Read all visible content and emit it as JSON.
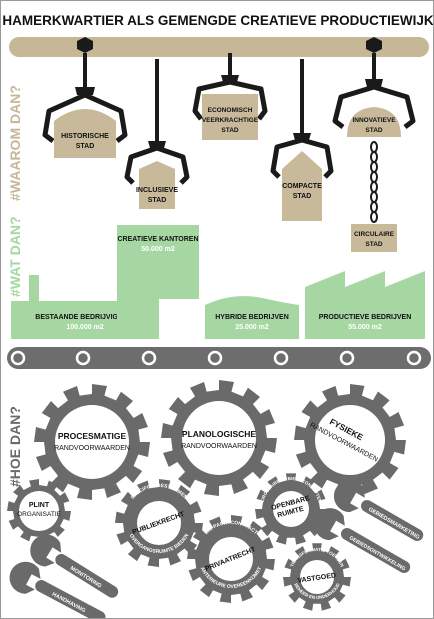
{
  "title": "HAMERKWARTIER ALS GEMENGDE CREATIEVE PRODUCTIEWIJK",
  "side_labels": {
    "waarom": "#WAAROM DAN?",
    "wat": "#WAT DAN?",
    "hoe": "#HOE DAN?"
  },
  "cranes": [
    {
      "name": "historische",
      "line1": "HISTORISCHE",
      "line2": "STAD"
    },
    {
      "name": "inclusieve",
      "line1": "INCLUSIEVE",
      "line2": "STAD"
    },
    {
      "name": "economisch",
      "line1": "ECONOMISCH",
      "line2": "VEERKRACHTIGE",
      "line3": "STAD"
    },
    {
      "name": "compacte",
      "line1": "COMPACTE",
      "line2": "STAD"
    },
    {
      "name": "innovatieve",
      "line1": "INNOVATIEVE",
      "line2": "STAD"
    },
    {
      "name": "circulaire",
      "line1": "CIRCULAIRE",
      "line2": "STAD"
    }
  ],
  "buildings": [
    {
      "name": "bestaande-bedrijvigheid",
      "label": "BESTAANDE BEDRIJVIGHEID",
      "value": "100.000 m2"
    },
    {
      "name": "creatieve-kantoren",
      "label": "CREATIEVE KANTOREN",
      "value": "50.000 m2"
    },
    {
      "name": "hybride-bedrijven",
      "label": "HYBRIDE BEDRIJVEN",
      "value": "25.000 m2"
    },
    {
      "name": "productieve-bedrijven",
      "label": "PRODUCTIEVE BEDRIJVEN",
      "value": "55.000 m2"
    }
  ],
  "gears_large": [
    {
      "name": "procesmatige",
      "title": "PROCESMATIGE",
      "sub": "RANDVOORWAARDEN"
    },
    {
      "name": "planologische",
      "title": "PLANOLOGISCHE",
      "sub": "RANDVOORWAARDEN"
    },
    {
      "name": "fysieke",
      "title": "FYSIEKE",
      "sub": "RANDVOORWAARDEN"
    }
  ],
  "gears_small": {
    "plint": {
      "line1": "PLINT",
      "line2": "ORGANISATIE"
    },
    "publiekrecht": {
      "title": "PUBLIEKRECHT",
      "ring_top": "SPECIFIEK BESTEMMEN",
      "ring_bottom": "OVERGANGSRUIMTE BIEDEN"
    },
    "privaatrecht": {
      "title": "PRIVAATRECHT",
      "ring_top": "ERFPACHTCONTRACT",
      "ring_bottom": "ANTERIEURE OVEREENKOMST"
    },
    "openbare": {
      "line1": "OPENBARE",
      "line2": "RUIMTE",
      "ring_top": "CIRCULAIRE GEBIEDSCONCEPTEN"
    },
    "vastgoed": {
      "title": "VASTGOED",
      "ring_top": "TRANSFORMATIE TOETSEN",
      "ring_bottom": "BEHEER EN ONDERHOUD"
    }
  },
  "wrenches": [
    {
      "name": "monitoring",
      "label": "MONITORING"
    },
    {
      "name": "handhaving",
      "label": "HANDHAVING"
    },
    {
      "name": "gebiedsmarketing",
      "label": "GEBIEDSMARKETING"
    },
    {
      "name": "gebiedsontwikkeling",
      "label": "GEBIEDSONTWIKKELING"
    }
  ],
  "colors": {
    "tan": "#c8b99a",
    "beam": "#c6b797",
    "green": "#a6d7a2",
    "gear": "#6a6a6a",
    "dark": "#1a1a1a",
    "conveyor": "#6d6d6d"
  }
}
